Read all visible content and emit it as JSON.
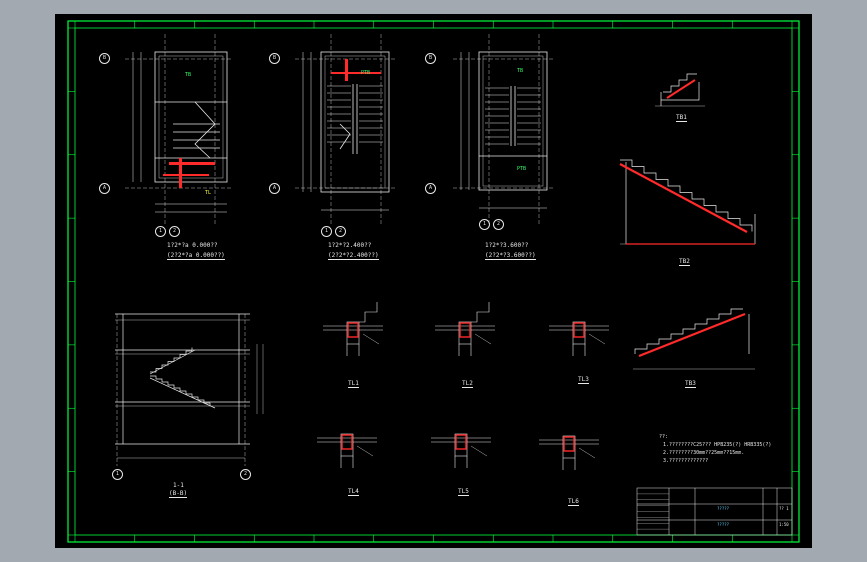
{
  "colors": {
    "background": "#a2a9b1",
    "canvas": "#000000",
    "frame": "#00ff3c",
    "lines": "#e8e8e8",
    "section_fill": "#ff2a2a",
    "dimension": "#ffff33",
    "annotation_green": "#33ff66",
    "title_block_text": "#59d8ff"
  },
  "plans": [
    {
      "line1": "1?2*?a 0.000??",
      "line2": "(2?2*?a 0.000??)"
    },
    {
      "line1": "1?2*?2.400??",
      "line2": "(2?2*?2.400??)"
    },
    {
      "line1": "1?2*?3.600??",
      "line2": "(2?2*?3.600??)"
    }
  ],
  "axis_marks": {
    "plan_left": [
      "B",
      "A"
    ],
    "plan_bottom": [
      "1",
      "2"
    ],
    "section_bottom": [
      "1",
      "2"
    ]
  },
  "section_title": "1-1",
  "section_subtitle": "(B-B)",
  "beam_details": [
    "TL1",
    "TL2",
    "TL3",
    "TL4",
    "TL5",
    "TL6"
  ],
  "stair_labels": [
    "TB1",
    "TB2",
    "TB3"
  ],
  "notes": {
    "heading": "??:",
    "items": [
      "1.????????C25??? HPB235(?) HRB335(?)",
      "2.????????30mm??25mm??15mm.",
      "3.?????????????"
    ]
  },
  "title_block": {
    "project": "?????",
    "drawing": "?????",
    "sheet": "?? 1",
    "scale": "1:50"
  }
}
